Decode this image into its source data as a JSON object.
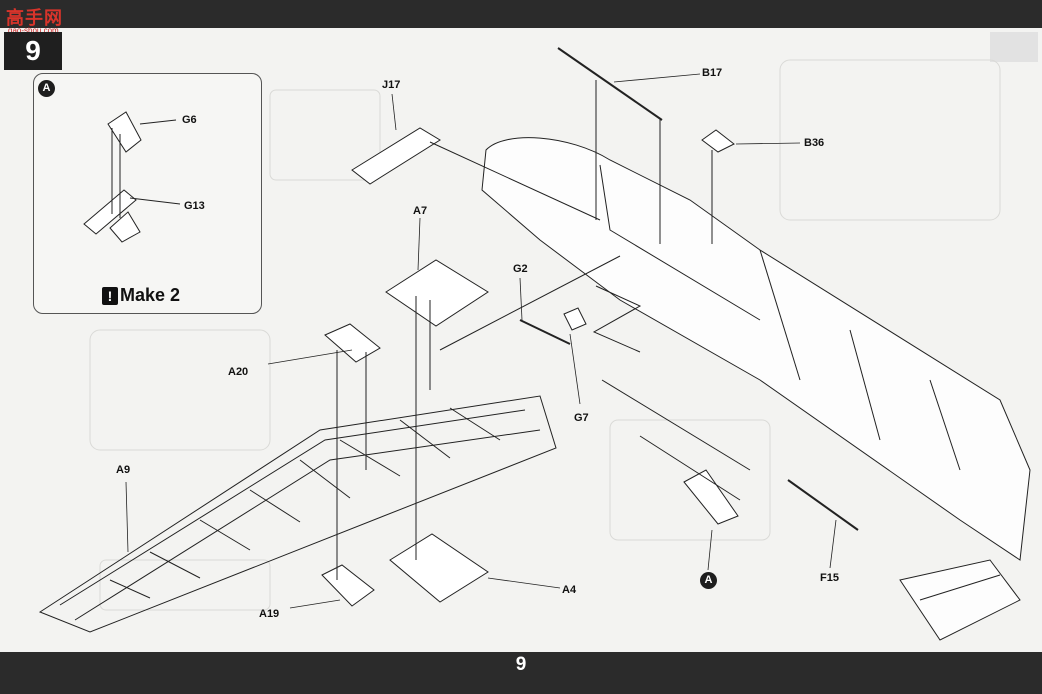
{
  "header": {
    "watermark": "高手网",
    "watermark_sub": "gao-shou.com"
  },
  "step": {
    "number": "9"
  },
  "inset": {
    "marker": "A",
    "make_note": "Make 2"
  },
  "callout_marker": "A",
  "parts": {
    "G6": "G6",
    "G13": "G13",
    "J17": "J17",
    "B17": "B17",
    "B36": "B36",
    "A7": "A7",
    "G2": "G2",
    "A20": "A20",
    "A9": "A9",
    "G7": "G7",
    "F15": "F15",
    "A19": "A19",
    "A4": "A4"
  },
  "footer": {
    "page_number": "9"
  }
}
